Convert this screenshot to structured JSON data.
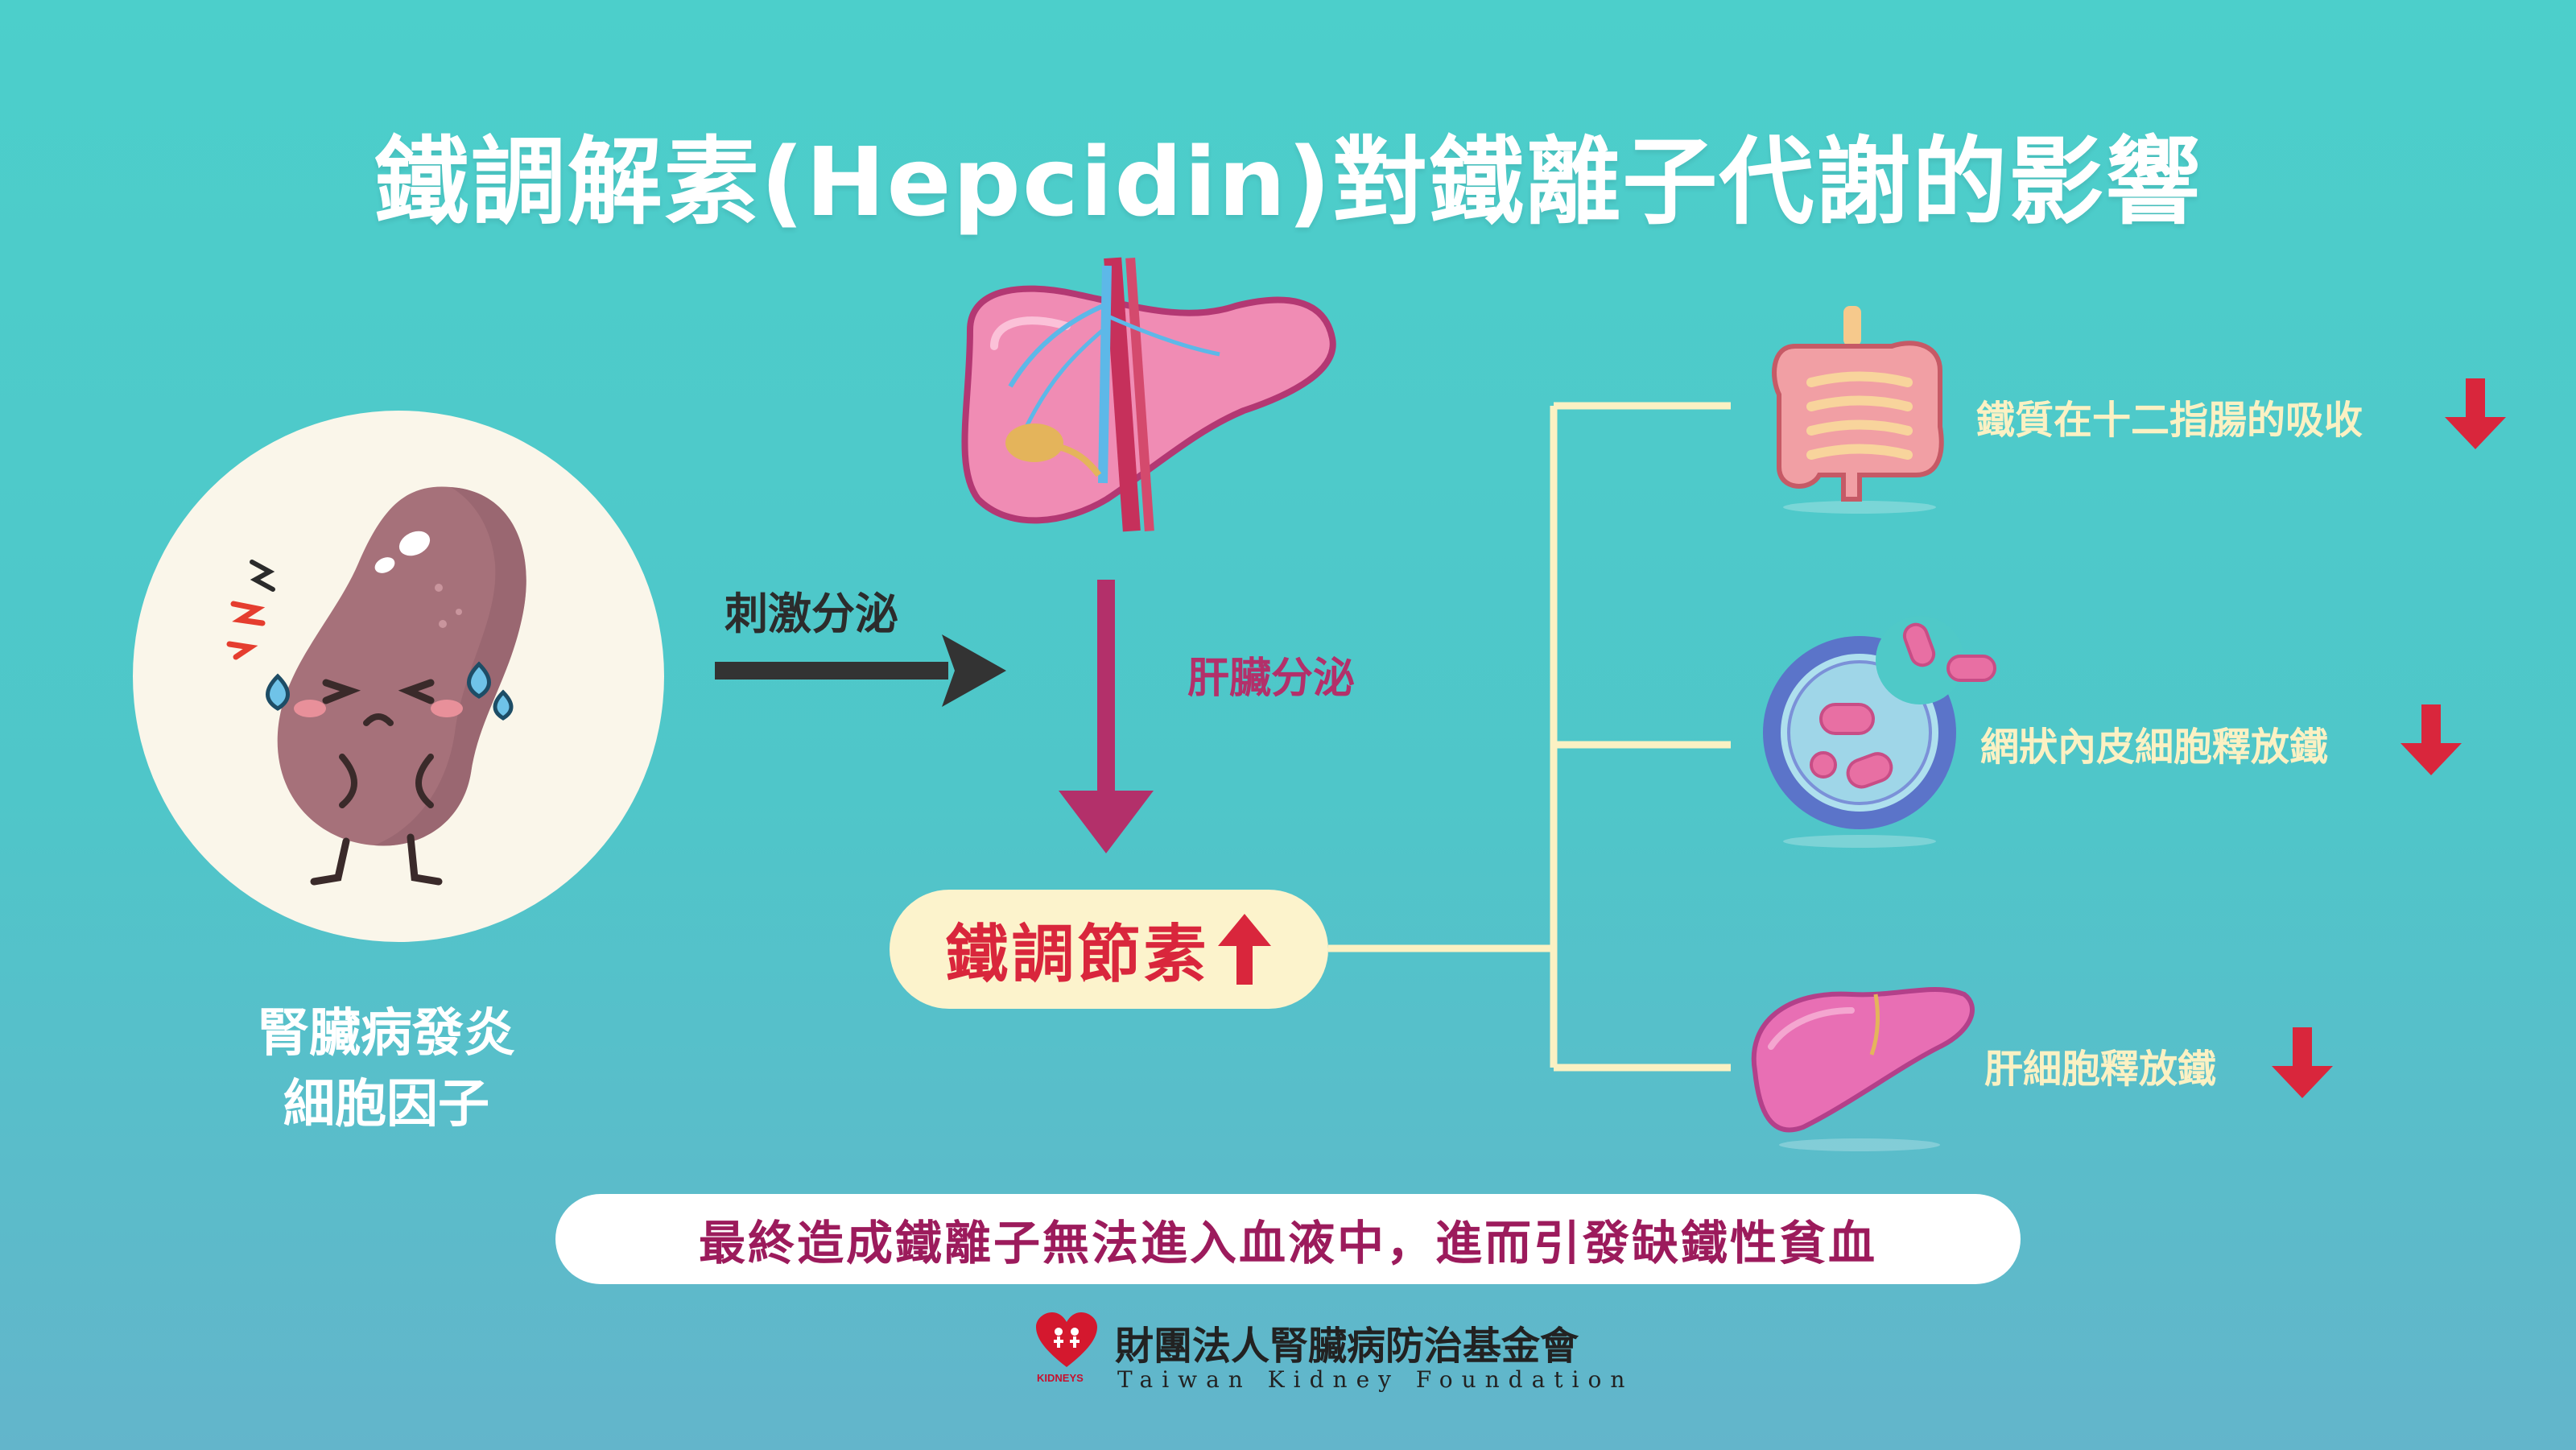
{
  "title": "鐵調解素(Hepcidin)對鐵離子代謝的影響",
  "cause": {
    "line1": "腎臟病發炎",
    "line2": "細胞因子"
  },
  "stimulate_label": "刺激分泌",
  "liver_secrete_label": "肝臟分泌",
  "hepcidin_label": "鐵調節素",
  "effects": [
    {
      "label": "鐵質在十二指腸的吸收",
      "icon": "intestine-icon"
    },
    {
      "label": "網狀內皮細胞釋放鐵",
      "icon": "macrophage-icon"
    },
    {
      "label": "肝細胞釋放鐵",
      "icon": "liver-icon"
    }
  ],
  "conclusion": "最終造成鐵離子無法進入血液中，進而引發缺鐵性貧血",
  "organization": {
    "name_zh": "財團法人腎臟病防治基金會",
    "name_en": "Taiwan Kidney Foundation",
    "logo_text": "KIDNEYS"
  },
  "colors": {
    "background": "#4ccfcb",
    "accent_red": "#d9263c",
    "liver_arrow": "#b3306a",
    "effect_text": "#fbf1c3",
    "bracket": "#fbf1c3"
  }
}
